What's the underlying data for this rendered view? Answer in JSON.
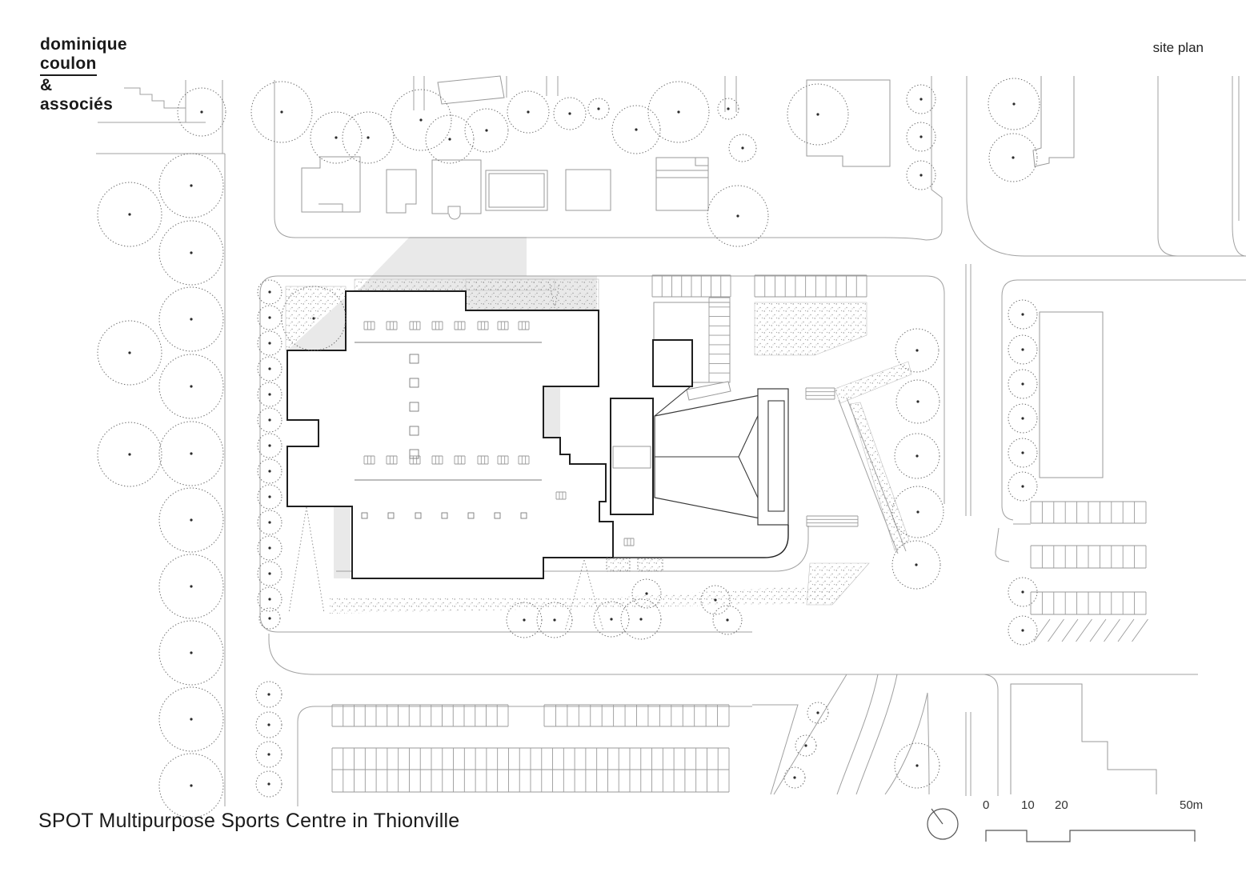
{
  "logo": {
    "line1": "dominique",
    "line2": "coulon",
    "line3": "&",
    "line4": "associés"
  },
  "header": {
    "drawing_label": "site plan"
  },
  "title": {
    "text": "SPOT Multipurpose Sports Centre in Thionville"
  },
  "scale_bar": {
    "label_0": "0",
    "label_10": "10",
    "label_20": "20",
    "label_50": "50m"
  },
  "icons": {
    "north_arrow": "north-arrow-icon"
  },
  "colors": {
    "line_light": "#a0a0a0",
    "line_dark": "#1f1f1f",
    "shadow_fill": "#e9e9e9",
    "background": "#ffffff",
    "text": "#1a1a1a"
  }
}
